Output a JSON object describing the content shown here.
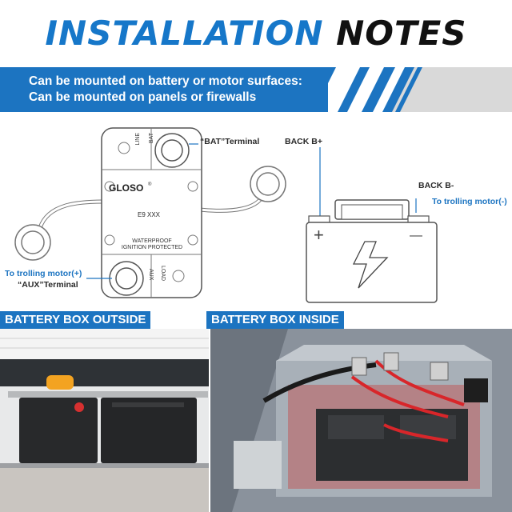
{
  "header": {
    "title_word1": "INSTALLATION",
    "title_word2": "NOTES"
  },
  "banner": {
    "line1": "Can be mounted on battery or motor surfaces:",
    "line2": "Can be mounted on panels or firewalls"
  },
  "breaker": {
    "brand": "GLOSO",
    "model": "E9  XXX",
    "rating_line1": "WATERPROOF",
    "rating_line2": "IGNITION  PROTECTED",
    "top_label_line": "LINE",
    "top_label_bat": "BAT",
    "bottom_label_aux": "AUX",
    "bottom_label_load": "LOAD"
  },
  "labels": {
    "bat_terminal": "“BAT”Terminal",
    "back_b_plus": "BACK B+",
    "back_b_minus": "BACK B-",
    "to_trolling_neg": "To trolling motor(-)",
    "to_trolling_pos": "To trolling motor(+)",
    "aux_terminal": "“AUX”Terminal"
  },
  "battery": {
    "plus": "+",
    "minus": "—"
  },
  "sections": {
    "outside": "BATTERY BOX OUTSIDE",
    "inside": "BATTERY BOX INSIDE"
  },
  "colors": {
    "accent_blue": "#1c74c1",
    "title_blue": "#1677c9",
    "dark": "#111111"
  }
}
